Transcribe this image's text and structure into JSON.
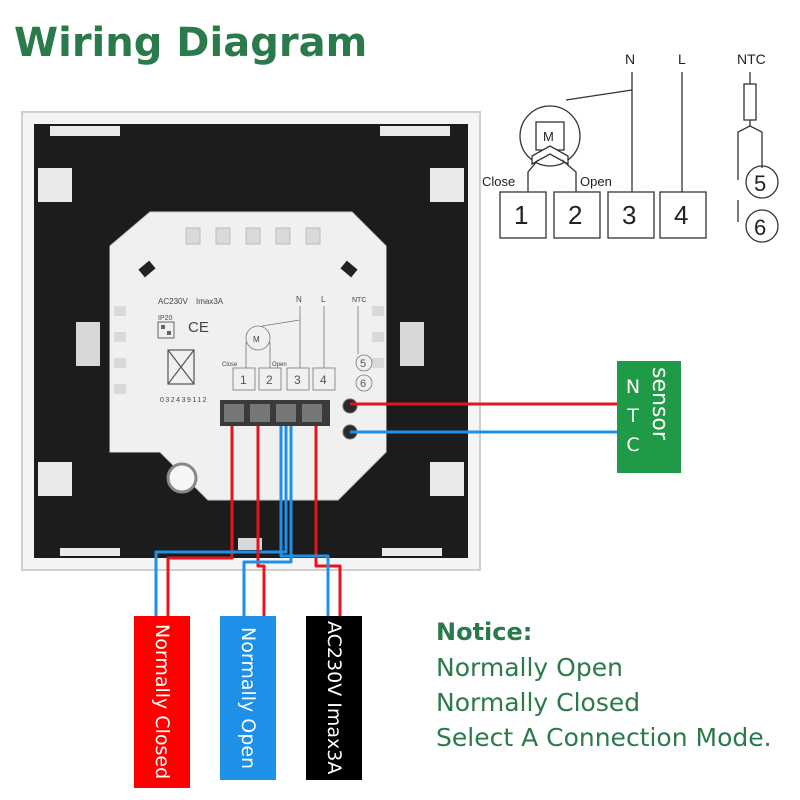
{
  "title": "Wiring Diagram",
  "schematic": {
    "top_labels": {
      "n": "N",
      "l": "L",
      "ntc": "NTC"
    },
    "motor_letter": "M",
    "close_label": "Close",
    "open_label": "Open",
    "terminals": [
      "1",
      "2",
      "3",
      "4"
    ],
    "sensor_terminals": [
      "5",
      "6"
    ]
  },
  "device": {
    "rating": "AC230V",
    "current": "Imax3A",
    "ip": "IP20",
    "ce": "CE",
    "serial": "032439112",
    "n": "N",
    "l": "L",
    "ntc": "NTC",
    "close": "Close",
    "open": "Open",
    "terminals": [
      "1",
      "2",
      "3",
      "4"
    ],
    "sensor_terminals": [
      "5",
      "6"
    ]
  },
  "sensor": {
    "letters": [
      "N",
      "T",
      "C"
    ],
    "word": "sensor",
    "color": "#1f9a47"
  },
  "wire_labels": [
    {
      "text": "Normally Closed",
      "bg": "#ff0000",
      "fg": "#ffffff"
    },
    {
      "text": "Normally Open",
      "bg": "#1e90e8",
      "fg": "#ffffff"
    },
    {
      "text": "AC230V Imax3A",
      "bg": "#000000",
      "fg": "#ffffff"
    }
  ],
  "notice": {
    "heading": "Notice:",
    "lines": [
      "Normally Open",
      "Normally Closed",
      "Select A Connection Mode."
    ]
  },
  "colors": {
    "title": "#2b7a4b",
    "red_wire": "#e8141b",
    "blue_wire": "#1e90e8",
    "plate": "#1c1c1c"
  }
}
